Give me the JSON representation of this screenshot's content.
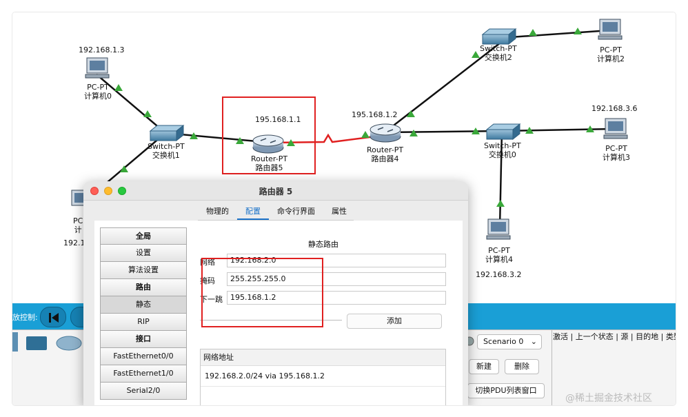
{
  "network": {
    "ip_pc0": "192.168.1.3",
    "ip_router5": "195.168.1.1",
    "ip_router4": "195.168.1.2",
    "ip_pc3": "192.168.3.6",
    "ip_pc4": "192.168.3.2",
    "ip_pc_left": "192.1",
    "pc_model": "PC-PT",
    "pc_left_model": "PC",
    "pc_left_name": "计",
    "switch_model": "Switch-PT",
    "router_model": "Router-PT",
    "pc0_name": "计算机0",
    "pc2_name": "计算机2",
    "pc3_name": "计算机3",
    "pc4_name": "计算机4",
    "switch1_name": "交换机1",
    "switch2_name": "交换机2",
    "switch0_name": "交换机0",
    "router5_name": "路由器5",
    "router4_name": "路由器4"
  },
  "toolbar": {
    "speed_label": "放控制:",
    "scenario": "Scenario 0",
    "new_button": "新建",
    "delete_button": "删除",
    "toggle_pdu_button": "切换PDU列表窗口",
    "event_columns": [
      "激活",
      "上一个状态",
      "源",
      "目的地",
      "类型"
    ]
  },
  "dialog": {
    "title": "路由器 5",
    "tabs": [
      "物理的",
      "配置",
      "命令行界面",
      "属性"
    ],
    "active_tab": "配置",
    "sidebar": [
      {
        "label": "全局",
        "head": true
      },
      {
        "label": "设置",
        "head": false
      },
      {
        "label": "算法设置",
        "head": false
      },
      {
        "label": "路由",
        "head": true
      },
      {
        "label": "静态",
        "head": false,
        "selected": true
      },
      {
        "label": "RIP",
        "head": false
      },
      {
        "label": "接口",
        "head": true
      },
      {
        "label": "FastEthernet0/0",
        "head": false
      },
      {
        "label": "FastEthernet1/0",
        "head": false
      },
      {
        "label": "Serial2/0",
        "head": false
      }
    ],
    "form": {
      "title": "静态路由",
      "network_label": "网络",
      "network_value": "192.168.2.0",
      "mask_label": "掩码",
      "mask_value": "255.255.255.0",
      "nexthop_label": "下一跳",
      "nexthop_value": "195.168.1.2",
      "add_button": "添加"
    },
    "table": {
      "header": "网络地址",
      "rows": [
        "192.168.2.0/24 via 195.168.1.2"
      ]
    }
  },
  "watermark": "@稀土掘金技术社区",
  "colors": {
    "link_green": "#3aa83a",
    "serial_red": "#e02020",
    "highlight_red": "#e02020",
    "accent_blue": "#1a72c9",
    "toolbar_blue": "#1a9fd6"
  }
}
